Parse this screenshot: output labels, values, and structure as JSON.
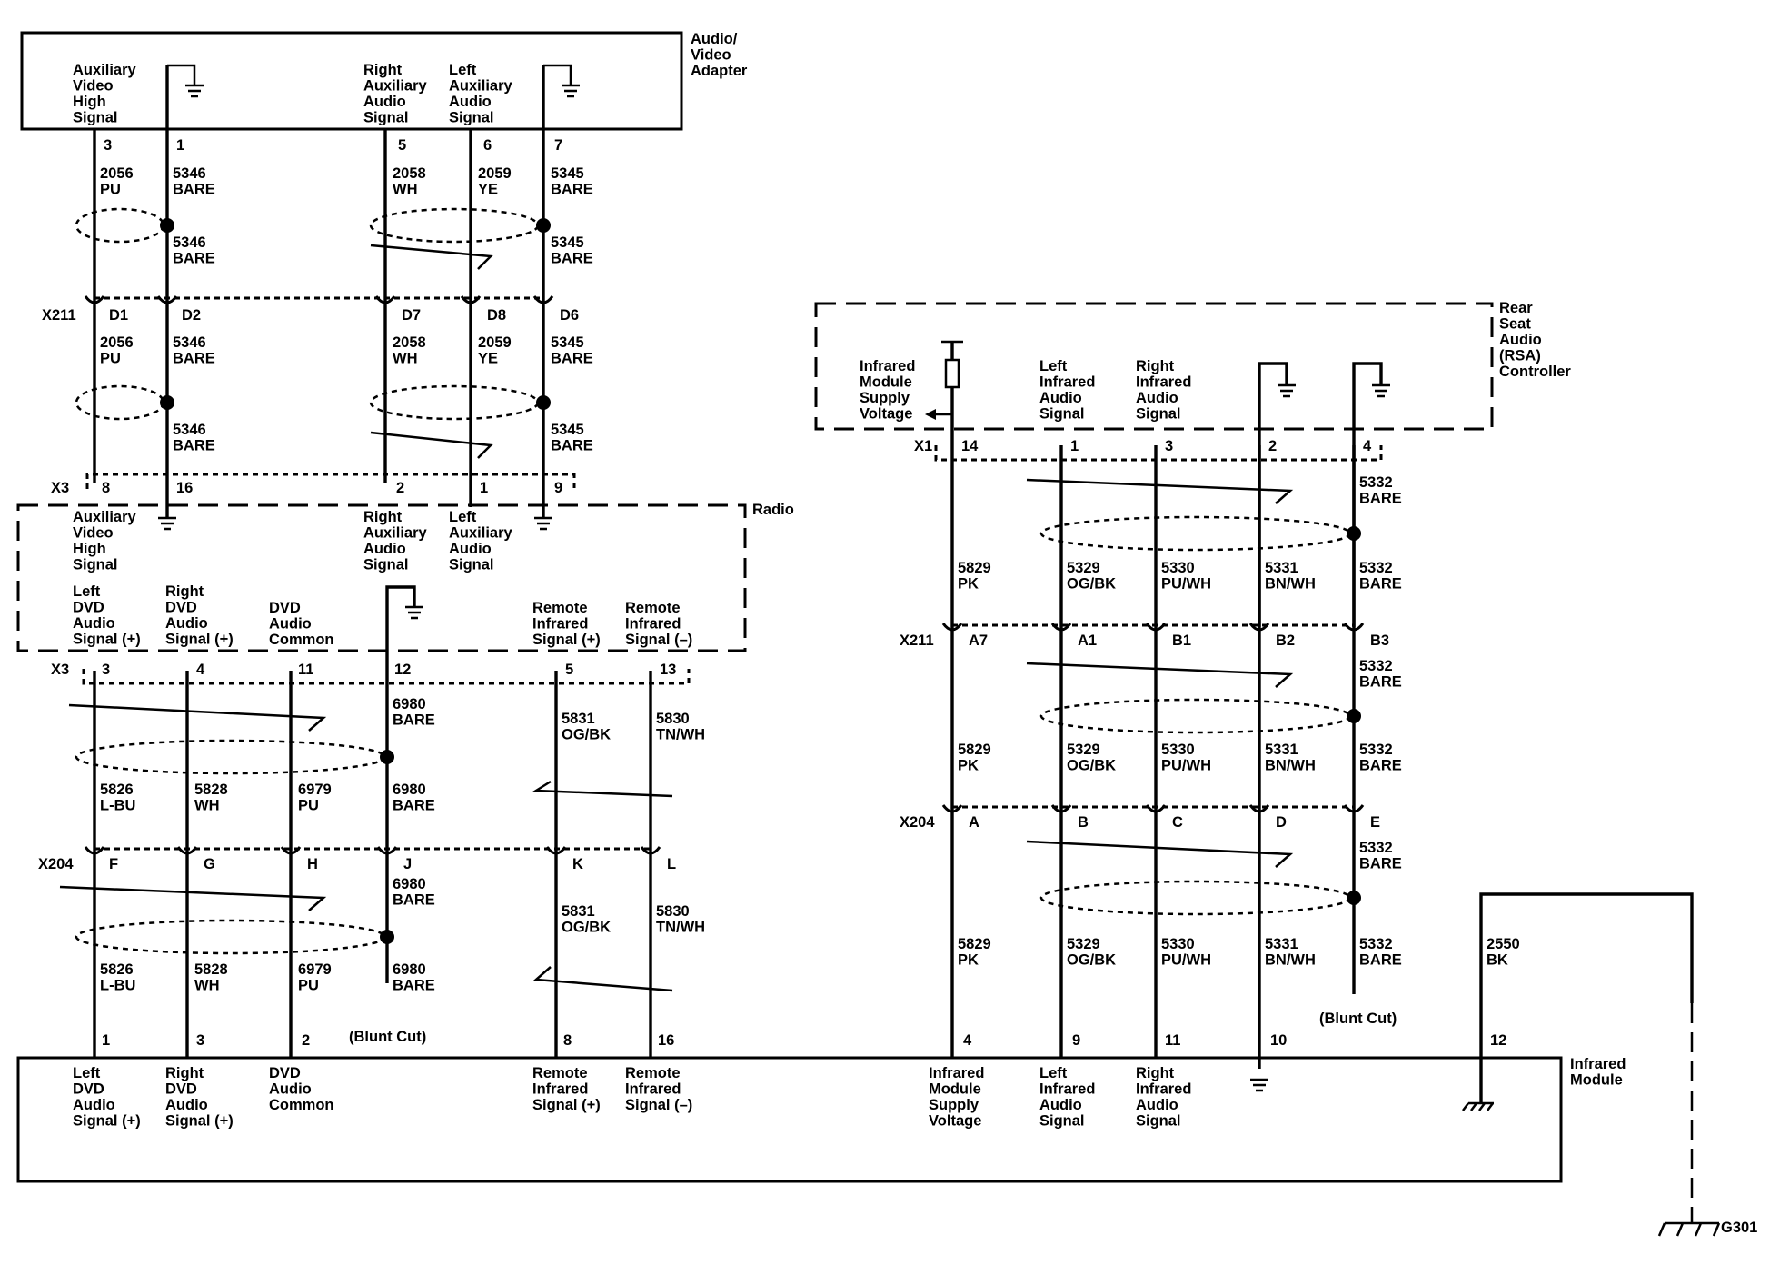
{
  "components": {
    "av_adapter": [
      "Audio/",
      "Video",
      "Adapter"
    ],
    "radio": [
      "Radio"
    ],
    "rsa": [
      "Rear",
      "Seat",
      "Audio",
      "(RSA)",
      "Controller"
    ],
    "ir_module": [
      "Infrared",
      "Module"
    ]
  },
  "av_signals": {
    "video_high": [
      "Auxiliary",
      "Video",
      "High",
      "Signal"
    ],
    "right_aux": [
      "Right",
      "Auxiliary",
      "Audio",
      "Signal"
    ],
    "left_aux": [
      "Left",
      "Auxiliary",
      "Audio",
      "Signal"
    ]
  },
  "av_pins": {
    "p3": "3",
    "p1": "1",
    "p5": "5",
    "p6": "6",
    "p7": "7"
  },
  "wires": {
    "w2056": [
      "2056",
      "PU"
    ],
    "w5346": [
      "5346",
      "BARE"
    ],
    "w2058": [
      "2058",
      "WH"
    ],
    "w2059": [
      "2059",
      "YE"
    ],
    "w5345": [
      "5345",
      "BARE"
    ],
    "w5826": [
      "5826",
      "L-BU"
    ],
    "w5828": [
      "5828",
      "WH"
    ],
    "w6979": [
      "6979",
      "PU"
    ],
    "w6980": [
      "6980",
      "BARE"
    ],
    "w5831": [
      "5831",
      "OG/BK"
    ],
    "w5830": [
      "5830",
      "TN/WH"
    ],
    "w5829": [
      "5829",
      "PK"
    ],
    "w5329": [
      "5329",
      "OG/BK"
    ],
    "w5330": [
      "5330",
      "PU/WH"
    ],
    "w5331": [
      "5331",
      "BN/WH"
    ],
    "w5332": [
      "5332",
      "BARE"
    ],
    "w2550": [
      "2550",
      "BK"
    ]
  },
  "connectors": {
    "x211": "X211",
    "x3": "X3",
    "x204": "X204",
    "x1": "X1",
    "x211_pins": [
      "D1",
      "D2",
      "D7",
      "D8",
      "D6"
    ],
    "x3_top_pins": [
      "8",
      "16",
      "2",
      "1",
      "9"
    ],
    "x3_bottom_pins": [
      "3",
      "4",
      "11",
      "12",
      "5",
      "13"
    ],
    "x204_pins": [
      "F",
      "G",
      "H",
      "J",
      "K",
      "L"
    ],
    "x1_pins": [
      "14",
      "1",
      "3",
      "2",
      "4"
    ],
    "x211r_pins": [
      "A7",
      "A1",
      "B1",
      "B2",
      "B3"
    ],
    "x204r_pins": [
      "A",
      "B",
      "C",
      "D",
      "E"
    ]
  },
  "radio_top_signals": {
    "video_high": [
      "Auxiliary",
      "Video",
      "High",
      "Signal"
    ],
    "right_aux": [
      "Right",
      "Auxiliary",
      "Audio",
      "Signal"
    ],
    "left_aux": [
      "Left",
      "Auxiliary",
      "Audio",
      "Signal"
    ]
  },
  "radio_bottom_signals": {
    "left_dvd": [
      "Left",
      "DVD",
      "Audio",
      "Signal (+)"
    ],
    "right_dvd": [
      "Right",
      "DVD",
      "Audio",
      "Signal (+)"
    ],
    "dvd_common": [
      "DVD",
      "Audio",
      "Common"
    ],
    "ir_pos": [
      "Remote",
      "Infrared",
      "Signal (+)"
    ],
    "ir_neg": [
      "Remote",
      "Infrared",
      "Signal (–)"
    ]
  },
  "rsa_signals": {
    "ir_supply": [
      "Infrared",
      "Module",
      "Supply",
      "Voltage"
    ],
    "left_ir": [
      "Left",
      "Infrared",
      "Audio",
      "Signal"
    ],
    "right_ir": [
      "Right",
      "Infrared",
      "Audio",
      "Signal"
    ]
  },
  "ir_module_pins": [
    "1",
    "3",
    "2",
    "8",
    "16",
    "4",
    "9",
    "11",
    "10",
    "12"
  ],
  "ir_module_signals": {
    "left_dvd": [
      "Left",
      "DVD",
      "Audio",
      "Signal (+)"
    ],
    "right_dvd": [
      "Right",
      "DVD",
      "Audio",
      "Signal (+)"
    ],
    "dvd_common": [
      "DVD",
      "Audio",
      "Common"
    ],
    "ir_pos": [
      "Remote",
      "Infrared",
      "Signal (+)"
    ],
    "ir_neg": [
      "Remote",
      "Infrared",
      "Signal (–)"
    ],
    "ir_supply": [
      "Infrared",
      "Module",
      "Supply",
      "Voltage"
    ],
    "left_ir": [
      "Left",
      "Infrared",
      "Audio",
      "Signal"
    ],
    "right_ir": [
      "Right",
      "Infrared",
      "Audio",
      "Signal"
    ]
  },
  "blunt_cut": "(Blunt Cut)",
  "ground_ref": "G301"
}
